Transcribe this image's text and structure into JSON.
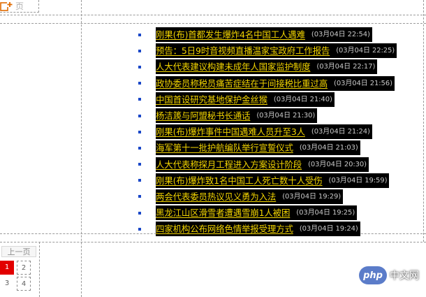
{
  "top_tab": {
    "label": "页",
    "icon": "orange-plus-page-icon"
  },
  "news": [
    {
      "title": "刚果(布)首都发生爆炸4名中国工人遇难",
      "time": "(03月04日 22:54)"
    },
    {
      "title": "预告：5日9时音视频直播温家宝政府工作报告",
      "time": "(03月04日 22:25)"
    },
    {
      "title": "人大代表建议构建未成年人国家监护制度",
      "time": "(03月04日 22:17)"
    },
    {
      "title": "政协委员称税员痛苦症结在于间接税比重过高",
      "time": "(03月04日 21:56)"
    },
    {
      "title": "中国首设研究基地保护金丝猴",
      "time": "(03月04日 21:40)"
    },
    {
      "title": "杨洁篪与阿盟秘书长通话",
      "time": "(03月04日 21:30)"
    },
    {
      "title": "刚果(布)爆炸事件中国遇难人员升至3人",
      "time": "(03月04日 21:24)"
    },
    {
      "title": "海军第十一批护航编队举行宣誓仪式",
      "time": "(03月04日 21:03)"
    },
    {
      "title": "人大代表称探月工程进入方案设计阶段",
      "time": "(03月04日 20:30)"
    },
    {
      "title": "刚果(布)爆炸致1名中国工人死亡数十人受伤",
      "time": "(03月04日 19:59)"
    },
    {
      "title": "两会代表委员热议见义勇为入法",
      "time": "(03月04日 19:29)"
    },
    {
      "title": "黑龙江山区滑雪者遭遇雪崩1人被困",
      "time": "(03月04日 19:25)"
    },
    {
      "title": "四家机构公布网络色情举报受理方式",
      "time": "(03月04日 19:24)"
    }
  ],
  "pager": {
    "prev_label": "上一页",
    "pages": [
      "1",
      "2",
      "3",
      "4"
    ],
    "active_page": "1"
  },
  "watermark": {
    "logo": "php",
    "text": "中文网"
  },
  "colors": {
    "link": "#f2d400",
    "highlight_bg": "#000000",
    "bullet": "#1a47c8",
    "active_page": "#e20000"
  }
}
